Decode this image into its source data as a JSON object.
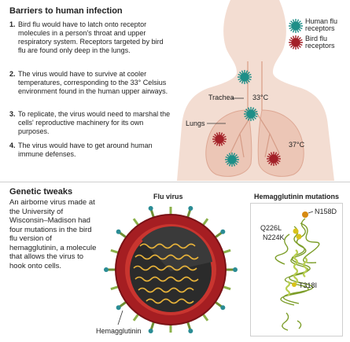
{
  "top": {
    "title": "Barriers to human infection",
    "barriers": [
      {
        "num": "1.",
        "text": "Bird flu would have to latch onto receptor molecules in a person's throat and upper respiratory system. Receptors targeted by bird flu are found only deep in the lungs."
      },
      {
        "num": "2.",
        "text": "The virus would have to survive at cooler temperatures, corresponding to the 33° Celsius environment found in the human upper airways."
      },
      {
        "num": "3.",
        "text": "To replicate, the virus would need to marshal the cells' reproductive machinery for its own purposes."
      },
      {
        "num": "4.",
        "text": "The virus would have to get around human immune defenses."
      }
    ],
    "legend": {
      "human": "Human flu receptors",
      "bird": "Bird flu receptors",
      "human_color": "#1f8f88",
      "bird_color": "#a32128"
    },
    "body_labels": {
      "trachea": "Trachea",
      "temp_upper": "33°C",
      "lungs": "Lungs",
      "temp_lower": "37°C"
    }
  },
  "bottom": {
    "title": "Genetic tweaks",
    "text": "An airborne virus made at the University of Wisconsin–Madison had four mutations in the bird flu version of hemagglutinin, a molecule that allows the virus to hook onto cells.",
    "virus_title": "Flu virus",
    "hemagglutinin_label": "Hemagglutinin",
    "mutations_title": "Hemagglutinin mutations",
    "mutations": [
      "N158D",
      "Q226L",
      "N224K",
      "T318I"
    ],
    "virus_color": "#a51e22",
    "spike_color": "#8bb04a",
    "spike_tip_color": "#2a8c94"
  }
}
